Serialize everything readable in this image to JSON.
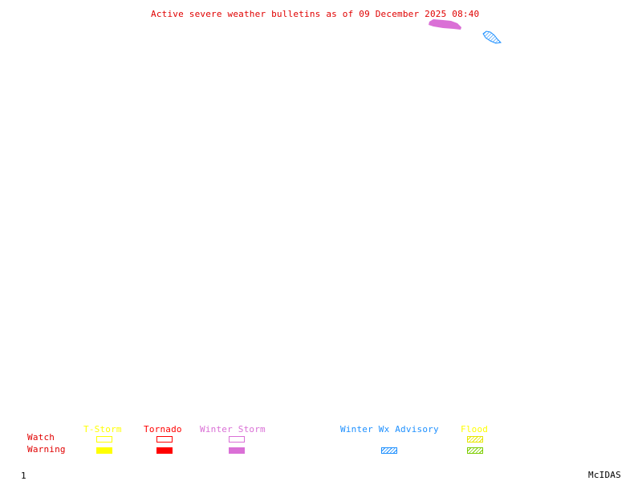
{
  "title": "Active severe weather bulletins as of 09 December 2025 08:40",
  "colors": {
    "title": "#e00000",
    "tstorm": "#ffff00",
    "tornado": "#ff0000",
    "winter_storm": "#da70d6",
    "winter_wx_advisory": "#1e90ff",
    "flood_watch": "#ffff00",
    "flood_warning": "#7ccd00",
    "labels": "#e00000"
  },
  "legend": {
    "row_labels": {
      "watch": "Watch",
      "warning": "Warning"
    },
    "categories": [
      {
        "id": "tstorm",
        "label": "T-Storm",
        "watch": "outline",
        "warning": "solid"
      },
      {
        "id": "tornado",
        "label": "Tornado",
        "watch": "outline",
        "warning": "solid"
      },
      {
        "id": "winter_storm",
        "label": "Winter Storm",
        "watch": "outline",
        "warning": "solid"
      },
      {
        "id": "winter_wx_advisory",
        "label": "Winter Wx Advisory",
        "watch": null,
        "warning": "hatched"
      },
      {
        "id": "flood",
        "label": "Flood",
        "watch": "hatched",
        "warning": "hatched"
      }
    ]
  },
  "map_features": [
    {
      "type": "winter-storm-warning-area",
      "style": "solid"
    },
    {
      "type": "winter-wx-advisory-area",
      "style": "hatched"
    }
  ],
  "footer": {
    "frame_number": "1",
    "brand": "McIDAS"
  }
}
